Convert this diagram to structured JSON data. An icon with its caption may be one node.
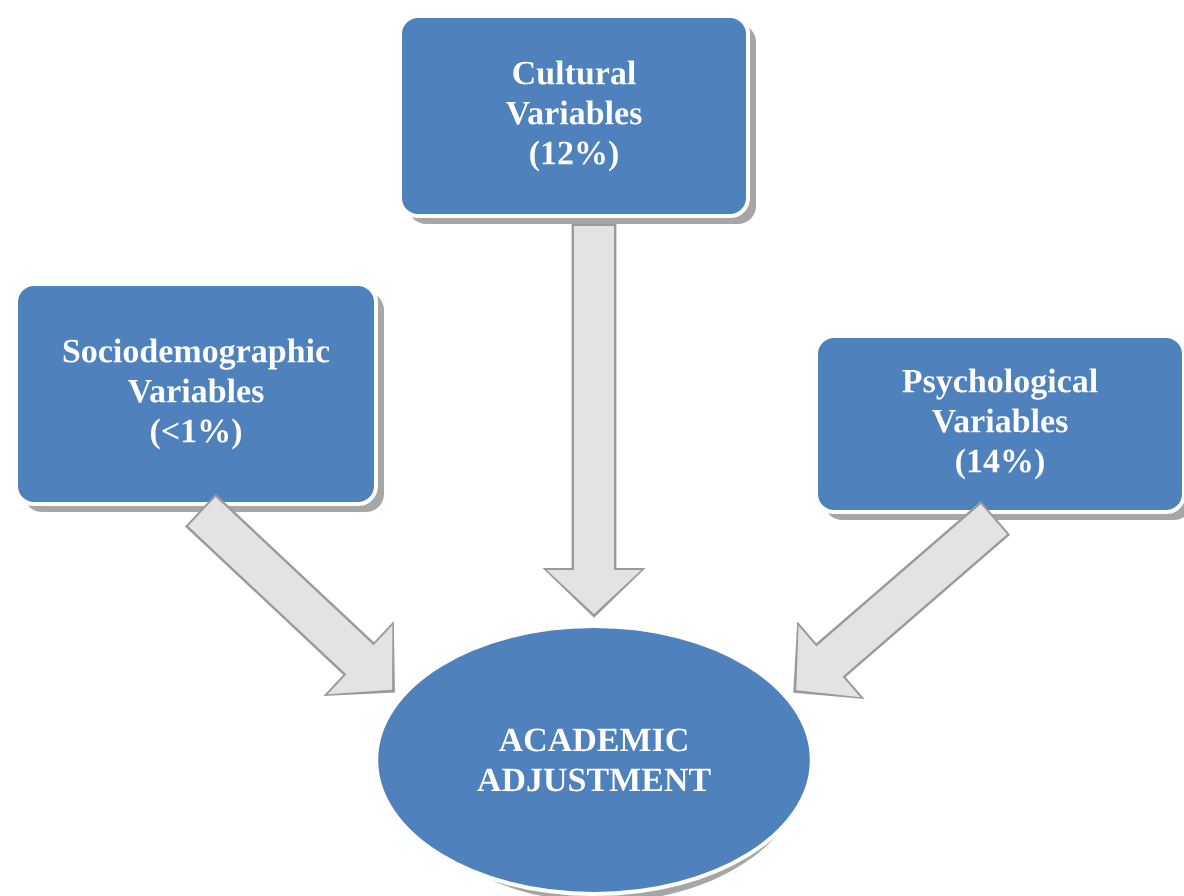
{
  "diagram": {
    "nodes": [
      {
        "text": [
          "Cultural Variables",
          "(12%)"
        ]
      },
      {
        "text": [
          "Sociodemographic Variables",
          "(<1%)"
        ]
      },
      {
        "text": [
          "Psychological Variables",
          "(14%)"
        ]
      },
      {
        "text": [
          "ACADEMIC ADJUSTMENT"
        ]
      }
    ],
    "edges": [
      {
        "from": 0,
        "to": 3,
        "arrow": "to"
      },
      {
        "from": 1,
        "to": 3,
        "arrow": "to"
      },
      {
        "from": 2,
        "to": 3,
        "arrow": "to"
      }
    ]
  }
}
